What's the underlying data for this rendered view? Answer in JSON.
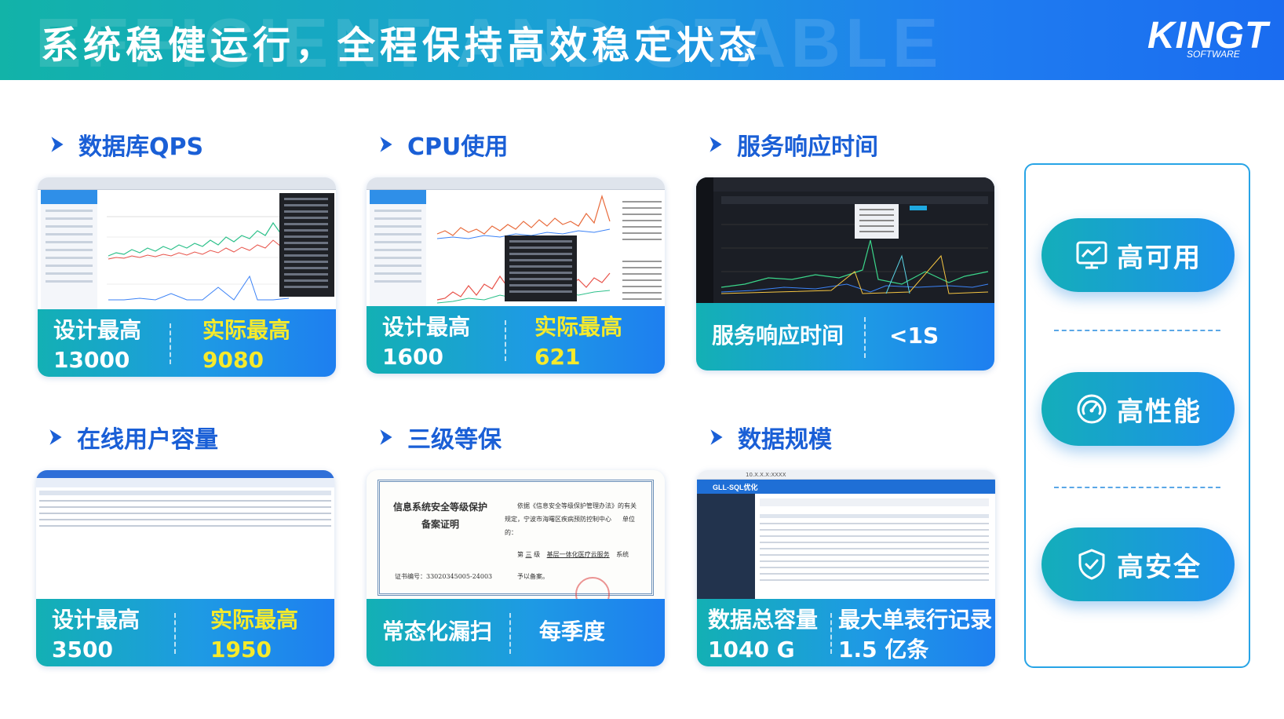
{
  "header": {
    "title": "系统稳健运行，全程保持高效稳定状态",
    "watermark": "EFFICIENT AND STABLE",
    "logo_main": "KINGT",
    "logo_sub": "SOFTWARE"
  },
  "sections": [
    {
      "title": "数据库QPS",
      "stat1_label": "设计最高",
      "stat1_value": "13000",
      "stat2_label": "实际最高",
      "stat2_value": "9080"
    },
    {
      "title": "CPU使用",
      "stat1_label": "设计最高",
      "stat1_value": "1600",
      "stat2_label": "实际最高",
      "stat2_value": "621"
    },
    {
      "title": "服务响应时间",
      "stat1_label": "服务响应时间",
      "stat2_value": "<1S"
    },
    {
      "title": "在线用户容量",
      "stat1_label": "设计最高",
      "stat1_value": "3500",
      "stat2_label": "实际最高",
      "stat2_value": "1950"
    },
    {
      "title": "三级等保",
      "stat1_label": "常态化漏扫",
      "stat2_value": "每季度"
    },
    {
      "title": "数据规模",
      "stat1_label": "数据总容量",
      "stat1_value": "1040 G",
      "stat2_label": "最大单表行记录",
      "stat2_value": "1.5 亿条"
    }
  ],
  "certificate": {
    "heading": "信息系统安全等级保护",
    "heading2": "备案证明",
    "cert_no": "证书编号：33020345005-24003",
    "line1": "依据《信息安全等级保护管理办法》的有关",
    "line2": "规定，宁波市海曙区疾病预防控制中心",
    "unit": "单位",
    "de": "的：",
    "line3_a": "第",
    "line3_level": "三",
    "line3_b": "级",
    "system_name": "基层一体化医疗云服务",
    "system": "系统",
    "filed": "予以备案。"
  },
  "data_scale_app": {
    "title": "GLL-SQL优化",
    "url": "10.X.X.X:XXXX"
  },
  "features": [
    {
      "label": "高可用",
      "icon": "monitor-chart-icon"
    },
    {
      "label": "高性能",
      "icon": "gauge-icon"
    },
    {
      "label": "高安全",
      "icon": "shield-check-icon"
    }
  ],
  "colors": {
    "header_start": "#12b3a8",
    "header_end": "#1a6cf0",
    "title_blue": "#1a5fd6",
    "highlight_yellow": "#f6ea2b",
    "side_border": "#27a4e6"
  }
}
